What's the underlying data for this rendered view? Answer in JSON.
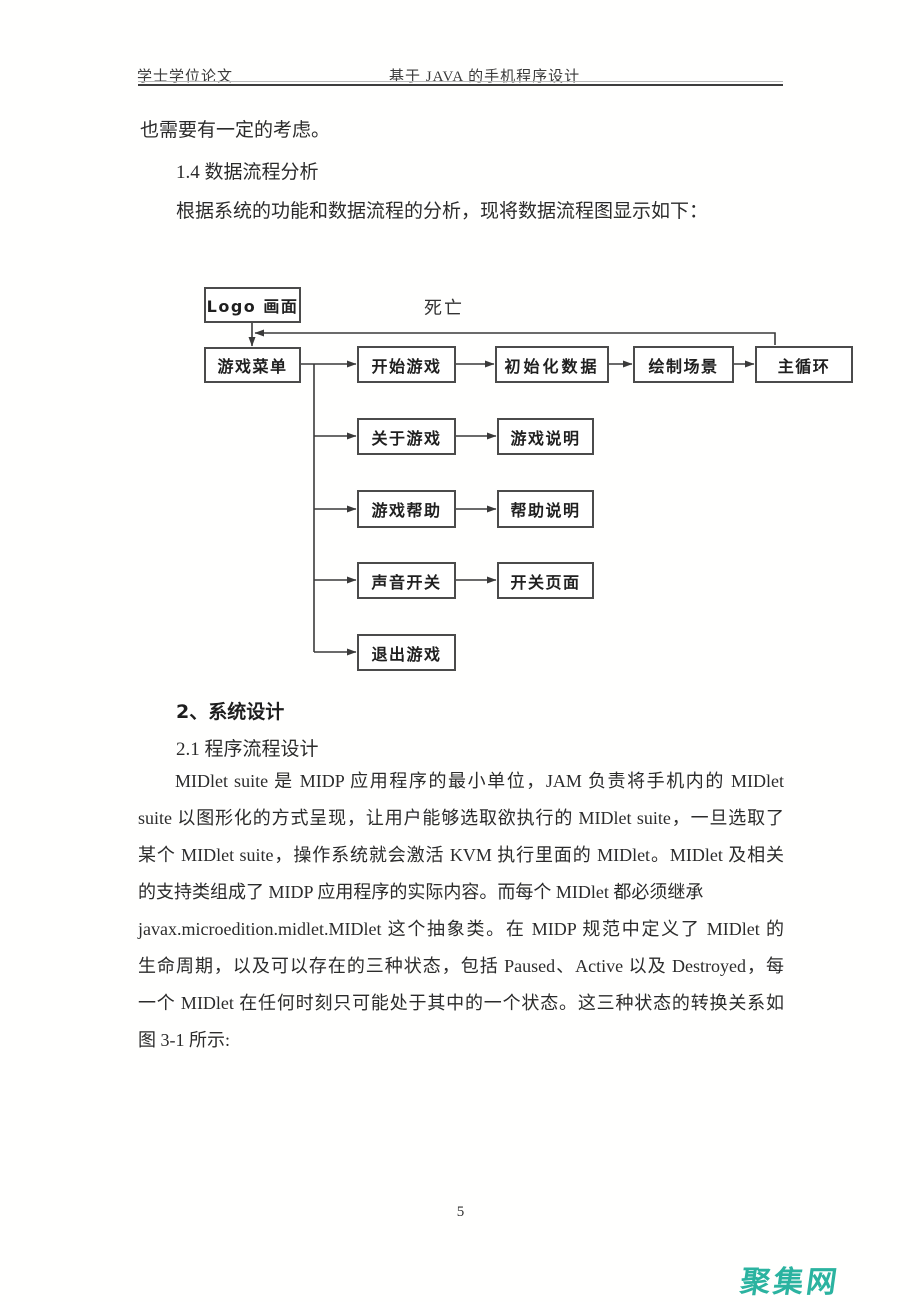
{
  "page": {
    "header": {
      "left": "学士学位论文",
      "center": "基于 JAVA 的手机程序设计"
    },
    "intro_line": "也需要有一定的考虑。",
    "section_1_4": {
      "heading": "1.4 数据流程分析",
      "body": "根据系统的功能和数据流程的分析，现将数据流程图显示如下："
    },
    "section_2": {
      "heading": "2、系统设计",
      "sub_heading": "2.1 程序流程设计"
    },
    "paragraph": {
      "lines": [
        "MIDlet suite 是 MIDP 应用程序的最小单位，JAM 负责将手机内的 MIDlet",
        "suite 以图形化的方式呈现，让用户能够选取欲执行的 MIDlet suite，一旦选取了",
        "某个 MIDlet suite，操作系统就会激活 KVM 执行里面的 MIDlet。MIDlet 及相关",
        "的支持类组成了 MIDP 应用程序的实际内容。而每个 MIDlet 都必须继承",
        "javax.microedition.midlet.MIDlet 这个抽象类。在 MIDP 规范中定义了 MIDlet 的",
        "生命周期，以及可以存在的三种状态，包括 Paused、Active 以及 Destroyed，每",
        "一个 MIDlet 在任何时刻只可能处于其中的一个状态。这三种状态的转换关系如",
        "图 3-1 所示:"
      ]
    },
    "footer": {
      "page_number": "5"
    },
    "watermark": {
      "text": "聚集网",
      "color": "#2bb3a0"
    }
  },
  "flowchart": {
    "labels": {
      "death": "死亡"
    },
    "nodes": {
      "logo": "Logo 画面",
      "menu": "游戏菜单",
      "start": "开始游戏",
      "init": "初始化数据",
      "scene": "绘制场景",
      "loop": "主循环",
      "about": "关于游戏",
      "about_desc": "游戏说明",
      "help": "游戏帮助",
      "help_desc": "帮助说明",
      "sound": "声音开关",
      "sound_page": "开关页面",
      "exit": "退出游戏"
    }
  }
}
